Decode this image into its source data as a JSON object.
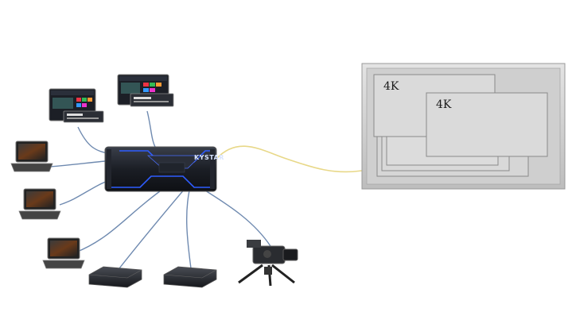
{
  "processor": {
    "brand_label": "KYSTAR"
  },
  "display": {
    "window_1_label": "4K",
    "window_2_label": "4K"
  },
  "colors": {
    "cable_blue": "#6f8ab0",
    "cable_yellow": "#e8d888",
    "accent_glow": "#2e5cff",
    "display_frame": "#cfcfcf",
    "display_window": "#dadada"
  },
  "icons": {
    "sources": [
      "control-console-icon",
      "control-console-icon",
      "laptop-icon",
      "laptop-icon",
      "laptop-icon",
      "media-player-icon",
      "media-player-icon",
      "video-camera-icon"
    ],
    "processor": "video-processor-icon",
    "display": "led-display-wall-icon"
  }
}
